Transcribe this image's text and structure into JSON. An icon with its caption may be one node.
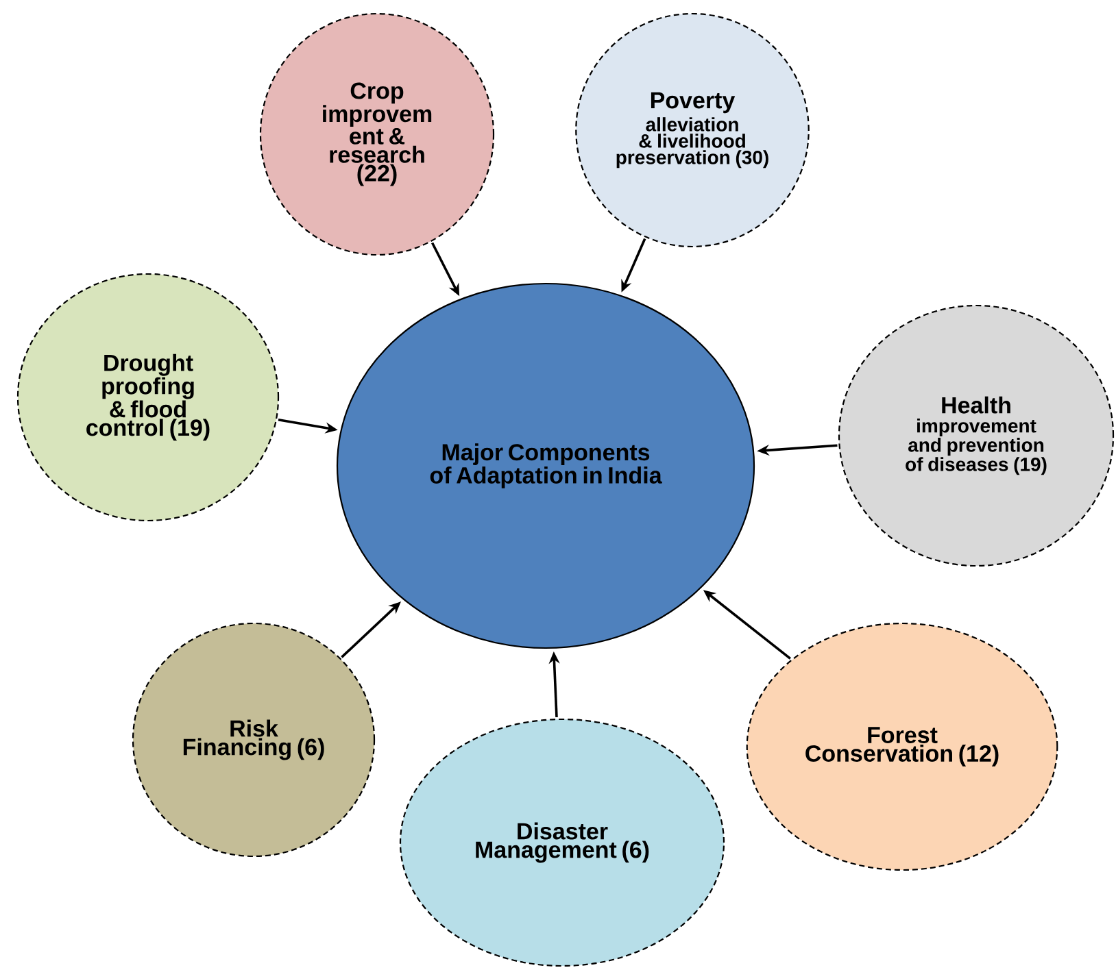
{
  "diagram": {
    "nodes": [
      {
        "text": [
          "Crop improvem ent & research (22)"
        ]
      },
      {
        "text": [
          "Poverty",
          "alleviation & livelihood preservation (30)"
        ]
      },
      {
        "text": [
          "Drought proofing & flood control (19)"
        ]
      },
      {
        "text": [
          "Major Components of Adaptation in India"
        ]
      },
      {
        "text": [
          "Health",
          "improvement and prevention of diseases (19)"
        ]
      },
      {
        "text": [
          "Risk Financing (6)"
        ]
      },
      {
        "text": [
          "Forest Conservation (12)"
        ]
      },
      {
        "text": [
          "Disaster Management (6)"
        ]
      }
    ],
    "edges": [
      {
        "from": 0,
        "to": 3,
        "arrow": "to"
      },
      {
        "from": 1,
        "to": 3,
        "arrow": "to"
      },
      {
        "from": 2,
        "to": 3,
        "arrow": "to"
      },
      {
        "from": 4,
        "to": 3,
        "arrow": "to"
      },
      {
        "from": 5,
        "to": 3,
        "arrow": "to"
      },
      {
        "from": 6,
        "to": 3,
        "arrow": "to"
      },
      {
        "from": 7,
        "to": 3,
        "arrow": "to"
      }
    ]
  }
}
